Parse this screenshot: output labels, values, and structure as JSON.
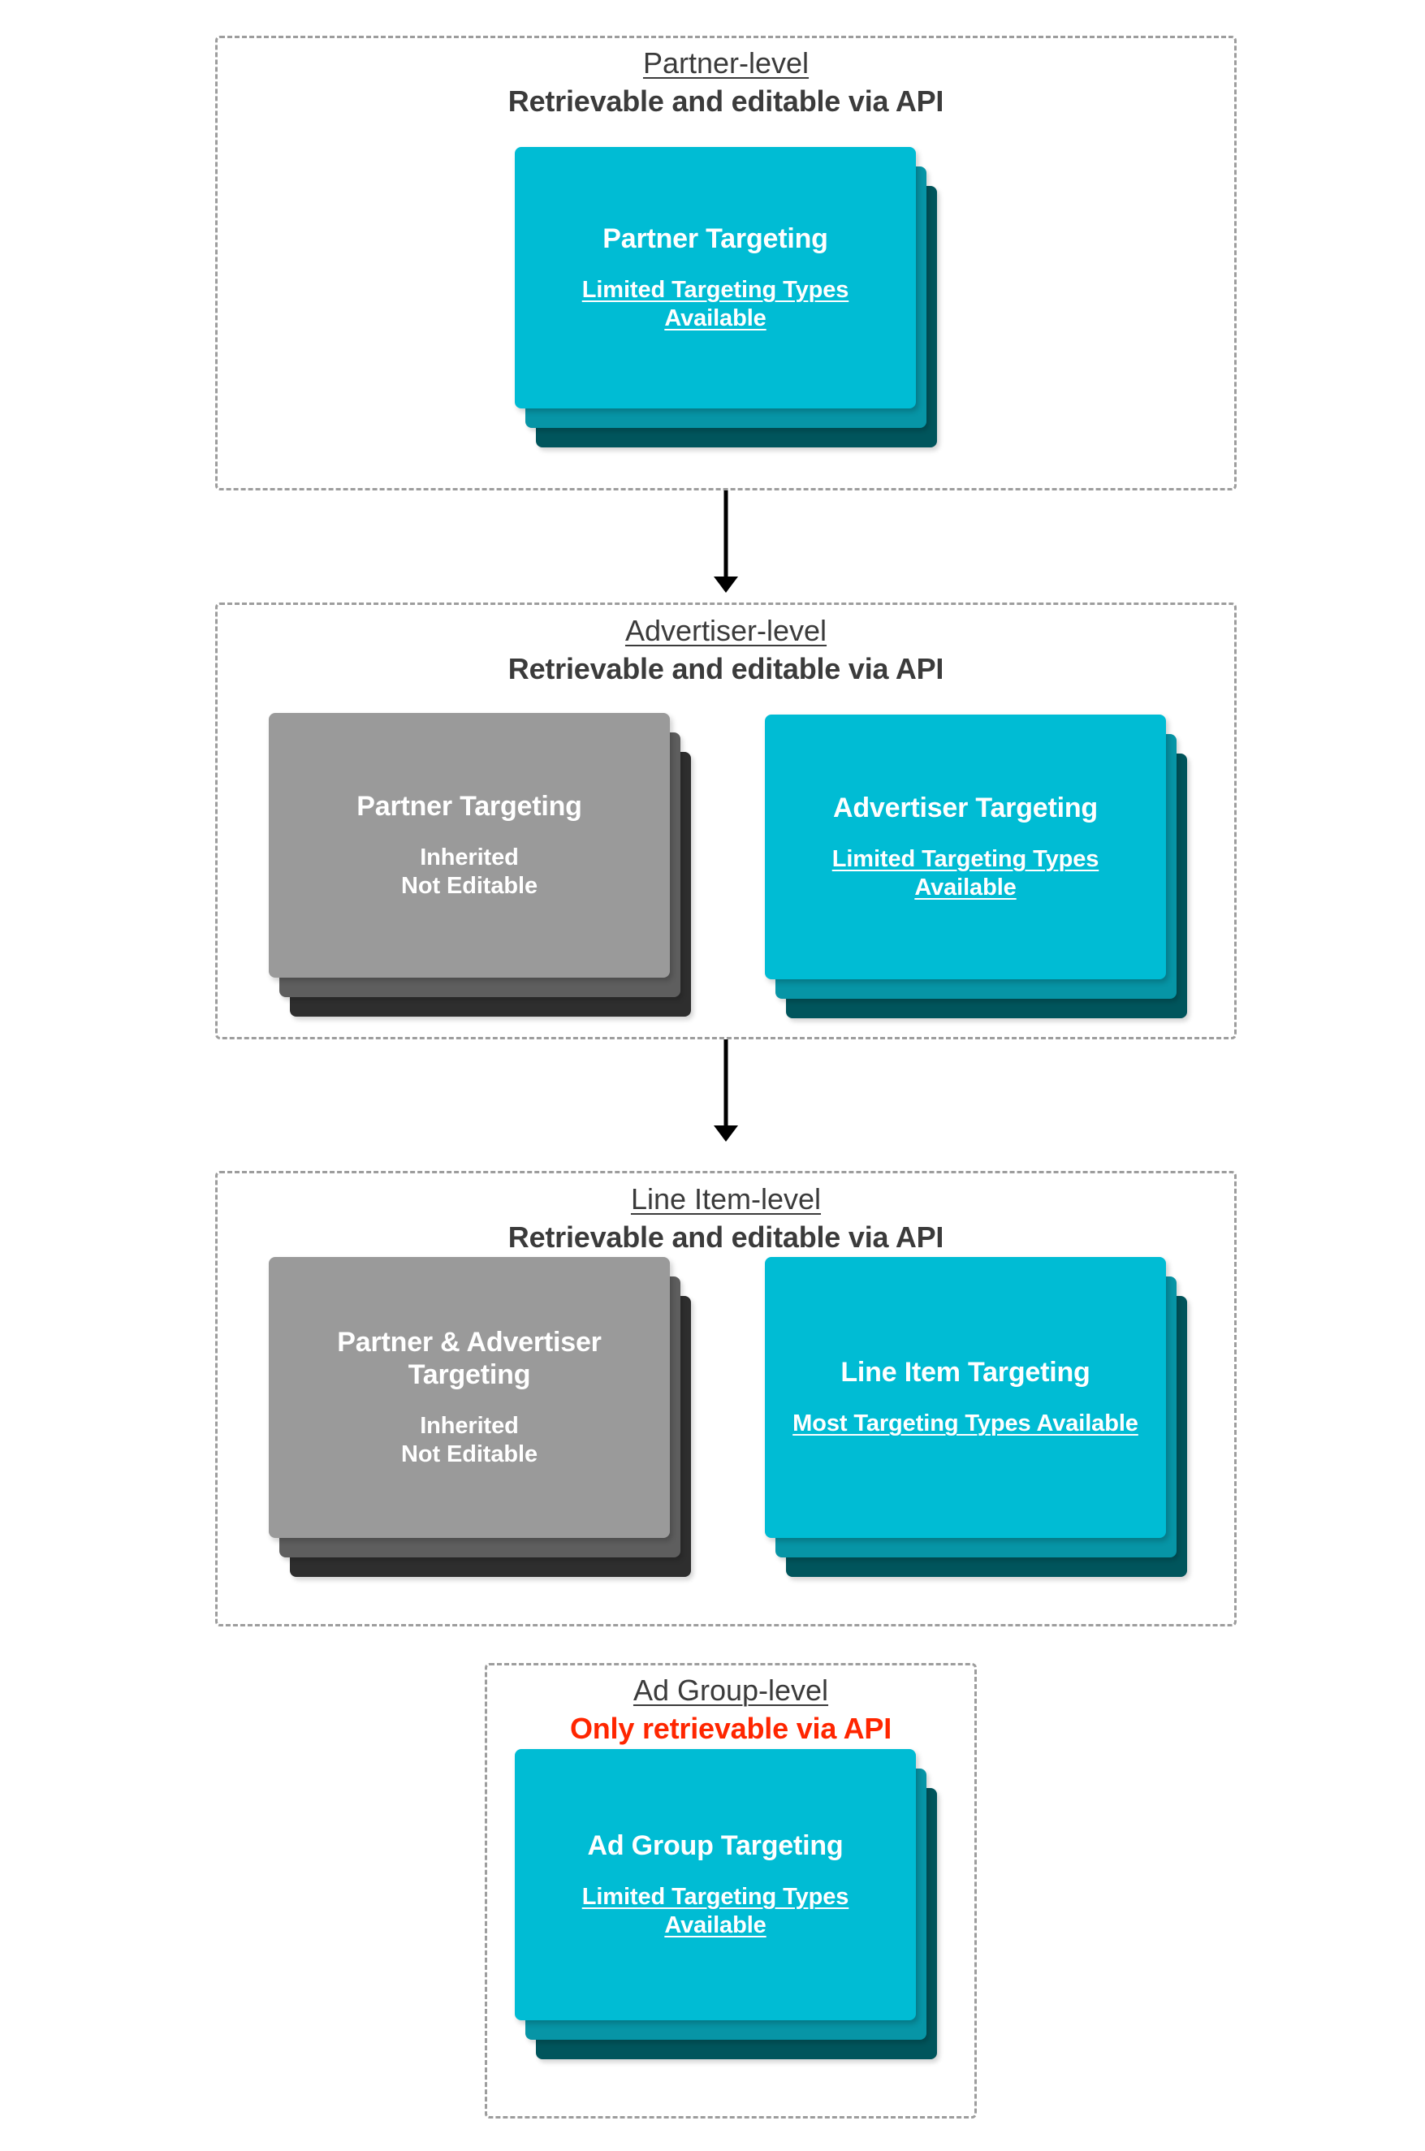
{
  "colors": {
    "cyan_front": "#00bcd4",
    "cyan_mid": "#0795a6",
    "cyan_back": "#00555c",
    "gray_front": "#9a9a9a",
    "gray_mid": "#5e5e5e",
    "gray_back": "#2e2e2e",
    "dash_border": "#9d9d9d",
    "heading_text": "#3b3b3b",
    "alert_text": "#ff2600",
    "card_text": "#ffffff",
    "arrow": "#000000",
    "background": "#ffffff"
  },
  "levels": [
    {
      "id": "partner-level",
      "name": "Partner-level",
      "api_note": "Retrievable and editable via API",
      "api_alert": false,
      "cards": [
        {
          "id": "partner-targeting",
          "title": "Partner Targeting",
          "subtitle": "Limited Targeting Types Available",
          "subtitle_underlined": true,
          "style": "cyan"
        }
      ]
    },
    {
      "id": "advertiser-level",
      "name": "Advertiser-level",
      "api_note": "Retrievable and editable via API",
      "api_alert": false,
      "cards": [
        {
          "id": "partner-targeting-inherited",
          "title": "Partner Targeting",
          "subtitle": "Inherited\nNot Editable",
          "subtitle_underlined": false,
          "style": "gray"
        },
        {
          "id": "advertiser-targeting",
          "title": "Advertiser Targeting",
          "subtitle": "Limited Targeting Types Available",
          "subtitle_underlined": true,
          "style": "cyan"
        }
      ]
    },
    {
      "id": "line-item-level",
      "name": "Line Item-level",
      "api_note": "Retrievable and editable via API",
      "api_alert": false,
      "cards": [
        {
          "id": "partner-advertiser-targeting-inherited",
          "title": "Partner & Advertiser Targeting",
          "subtitle": "Inherited\nNot Editable",
          "subtitle_underlined": false,
          "style": "gray"
        },
        {
          "id": "line-item-targeting",
          "title": "Line Item Targeting",
          "subtitle": "Most Targeting Types Available",
          "subtitle_underlined": true,
          "style": "cyan"
        }
      ]
    },
    {
      "id": "ad-group-level",
      "name": "Ad Group-level",
      "api_note": "Only retrievable via API",
      "api_alert": true,
      "cards": [
        {
          "id": "ad-group-targeting",
          "title": "Ad Group Targeting",
          "subtitle": "Limited Targeting Types Available",
          "subtitle_underlined": true,
          "style": "cyan"
        }
      ]
    }
  ],
  "arrows": [
    {
      "id": "arrow-partner-to-advertiser",
      "from": "partner-level",
      "to": "advertiser-level"
    },
    {
      "id": "arrow-advertiser-to-line-item",
      "from": "advertiser-level",
      "to": "line-item-level"
    }
  ]
}
